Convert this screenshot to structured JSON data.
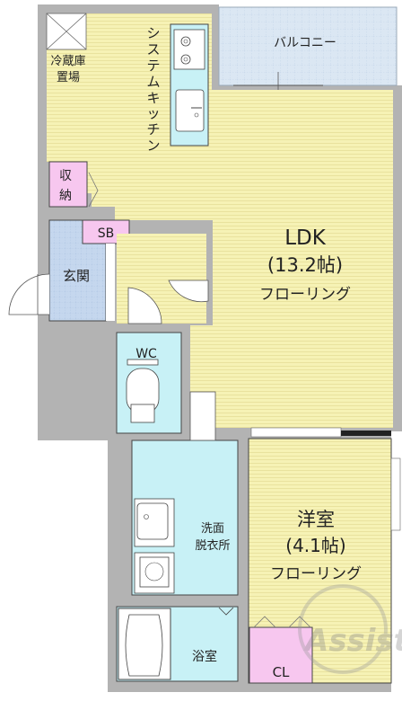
{
  "rooms": {
    "balcony": "バルコニー",
    "fridge": [
      "冷蔵庫",
      "置場"
    ],
    "kitchen": [
      "シ",
      "ス",
      "テ",
      "ム",
      "キ",
      "ッ",
      "チ",
      "ン"
    ],
    "storage": [
      "収",
      "納"
    ],
    "sb": "SB",
    "entrance": "玄関",
    "ldk": {
      "name": "LDK",
      "size": "(13.2帖)",
      "floor": "フローリング"
    },
    "wc": "WC",
    "washroom": [
      "洗面",
      "脱衣所"
    ],
    "western": {
      "name": "洋室",
      "size": "(4.1帖)",
      "floor": "フローリング"
    },
    "bath": "浴室",
    "closet": "CL"
  },
  "watermark": "Assist",
  "colors": {
    "wall": "#b3b3b3",
    "living": "#f6f2b5",
    "balcony": "#dbe7f3",
    "entrance": "#c5d7ee",
    "wet": "#c8f1f6",
    "pink": "#f7c7ef",
    "white": "#ffffff"
  }
}
